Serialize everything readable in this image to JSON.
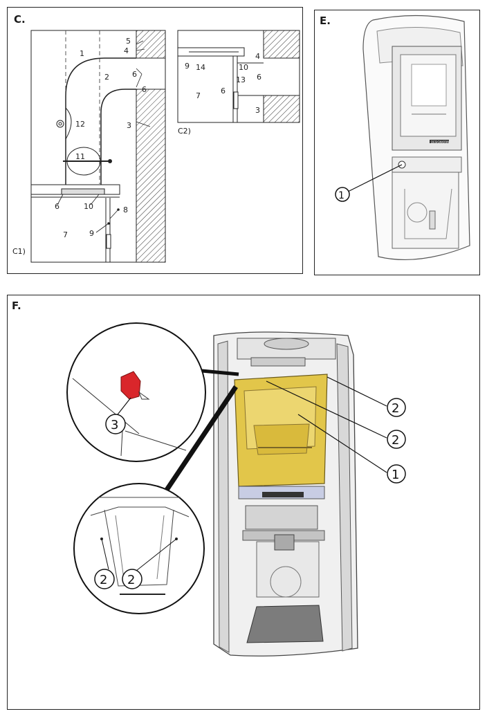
{
  "panels": {
    "c": {
      "label": "C.",
      "sub_c1": "C1)",
      "sub_c2": "C2)",
      "c1_numbers": [
        "1",
        "2",
        "3",
        "4",
        "5",
        "6",
        "6",
        "6",
        "7",
        "8",
        "9",
        "10",
        "11",
        "12"
      ],
      "c2_numbers": [
        "3",
        "4",
        "6",
        "6",
        "7",
        "9",
        "10",
        "13",
        "14"
      ]
    },
    "e": {
      "label": "E.",
      "brand_plate": "DESIGNKIRIN",
      "callout": "1"
    },
    "f": {
      "label": "F.",
      "callouts_right": [
        "2",
        "2",
        "1"
      ],
      "zoom_top_callout": "3",
      "zoom_bottom_callouts": [
        "2",
        "2"
      ]
    }
  },
  "colors": {
    "firebox": "#e2c64a",
    "red_part": "#d9262b",
    "hatch": "#333333"
  }
}
